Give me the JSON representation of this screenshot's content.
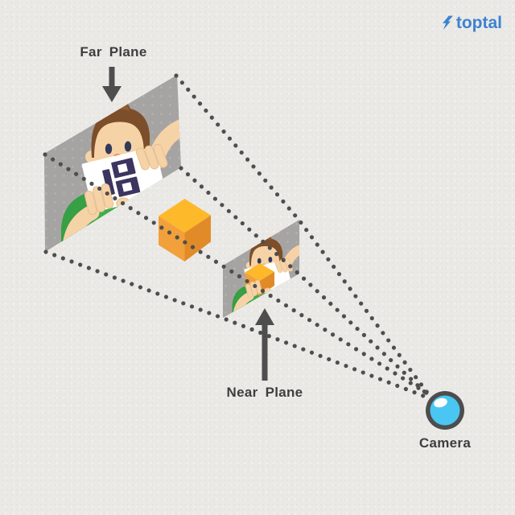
{
  "logo": {
    "text": "toptal",
    "icon": "toptal-bolt-icon",
    "brand_color": "#3d82d1"
  },
  "labels": {
    "far_plane": "Far Plane",
    "near_plane": "Near Plane",
    "camera": "Camera"
  },
  "diagram": {
    "type": "camera-view-frustum",
    "elements": [
      "far-plane",
      "virtual-cube",
      "near-plane",
      "camera"
    ],
    "colors": {
      "background": "#eae9e6",
      "plane_gray": "#a6a4a2",
      "dotted_line": "#4e4e4e",
      "label_text": "#3e3e3e",
      "cube_top": "#fdb92a",
      "cube_left": "#f2a03c",
      "cube_right": "#e18b28",
      "camera_ring": "#4d4d4d",
      "camera_lens": "#49c7f2",
      "shirt_green": "#3fae4c",
      "skin": "#f6d3a6",
      "hair_brown": "#7d4e2a",
      "marker_navy": "#3b3560"
    }
  }
}
